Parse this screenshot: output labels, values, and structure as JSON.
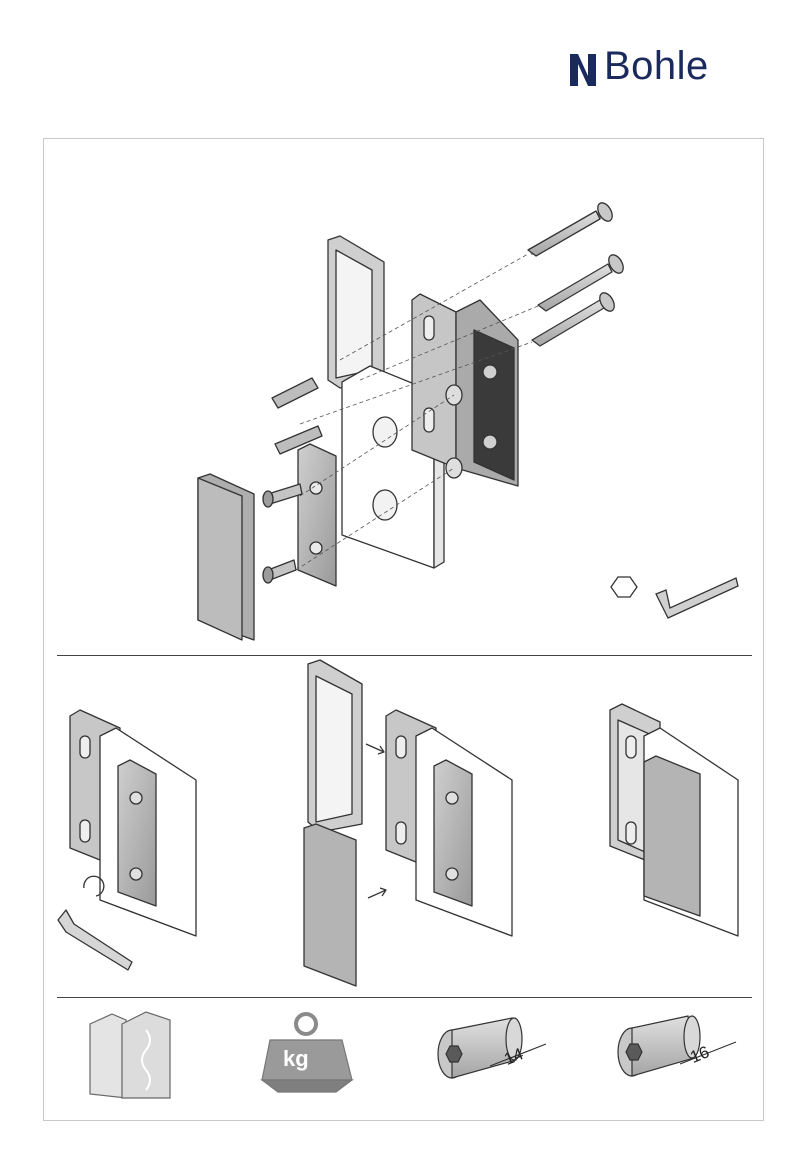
{
  "brand": {
    "name": "Bohle"
  },
  "icons": {
    "tool_hex": "hex-key-symbol-icon",
    "glass": "glass-panels-icon",
    "weight": "weight-kg-icon",
    "screw_a": "screw-length-14-icon",
    "screw_b": "screw-length-16-icon"
  },
  "specs": {
    "weight_unit": "kg",
    "screw_length_a": "14",
    "screw_length_b": "16"
  },
  "colors": {
    "brand": "#1b2a5c",
    "metal": "#b4b4b4",
    "rubber": "#3a3a3a"
  }
}
